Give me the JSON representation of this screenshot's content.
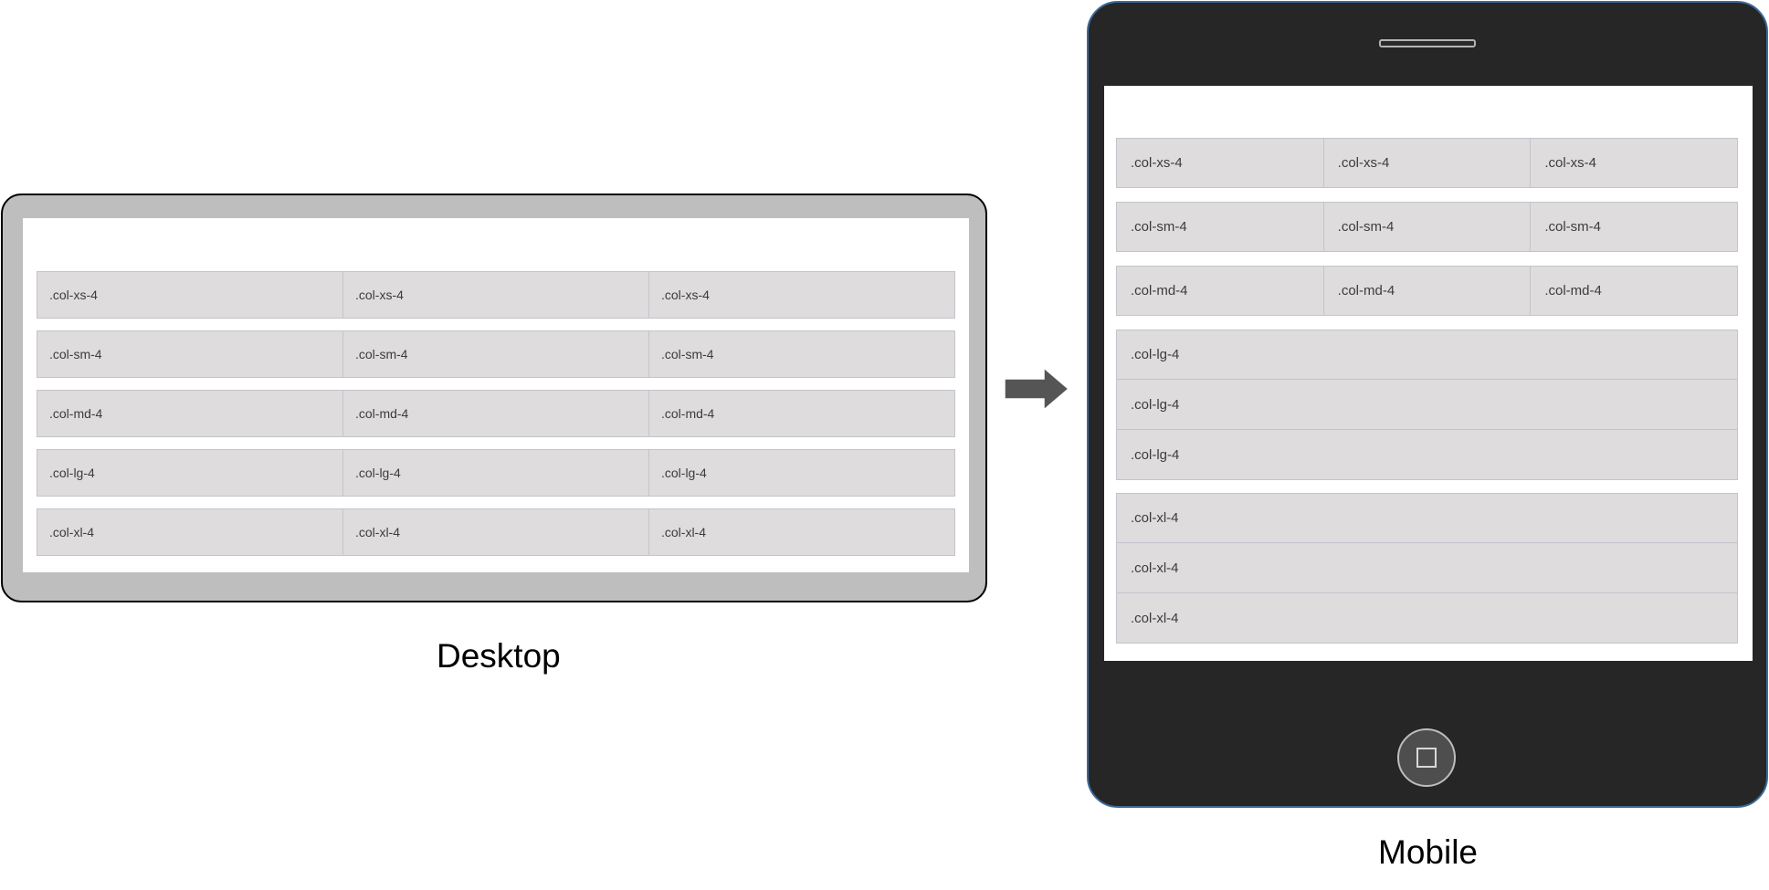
{
  "desktop": {
    "caption": "Desktop",
    "rows": [
      {
        "cells": [
          ".col-xs-4",
          ".col-xs-4",
          ".col-xs-4"
        ]
      },
      {
        "cells": [
          ".col-sm-4",
          ".col-sm-4",
          ".col-sm-4"
        ]
      },
      {
        "cells": [
          ".col-md-4",
          ".col-md-4",
          ".col-md-4"
        ]
      },
      {
        "cells": [
          ".col-lg-4",
          ".col-lg-4",
          ".col-lg-4"
        ]
      },
      {
        "cells": [
          ".col-xl-4",
          ".col-xl-4",
          ".col-xl-4"
        ]
      }
    ]
  },
  "mobile": {
    "caption": "Mobile",
    "rows": [
      {
        "cells": [
          ".col-xs-4",
          ".col-xs-4",
          ".col-xs-4"
        ]
      },
      {
        "cells": [
          ".col-sm-4",
          ".col-sm-4",
          ".col-sm-4"
        ]
      },
      {
        "cells": [
          ".col-md-4",
          ".col-md-4",
          ".col-md-4"
        ]
      }
    ],
    "stacks": [
      {
        "cells": [
          ".col-lg-4",
          ".col-lg-4",
          ".col-lg-4"
        ]
      },
      {
        "cells": [
          ".col-xl-4",
          ".col-xl-4",
          ".col-xl-4"
        ]
      }
    ]
  },
  "colors": {
    "cell_fill": "#dedcdc",
    "cell_border": "#c6c3cd",
    "desktop_bezel": "#bebebe",
    "mobile_body": "#262626",
    "mobile_outline": "#3e6a99",
    "arrow": "#555555"
  },
  "icons": {
    "arrow": "right-arrow-icon",
    "home": "home-button-icon"
  }
}
